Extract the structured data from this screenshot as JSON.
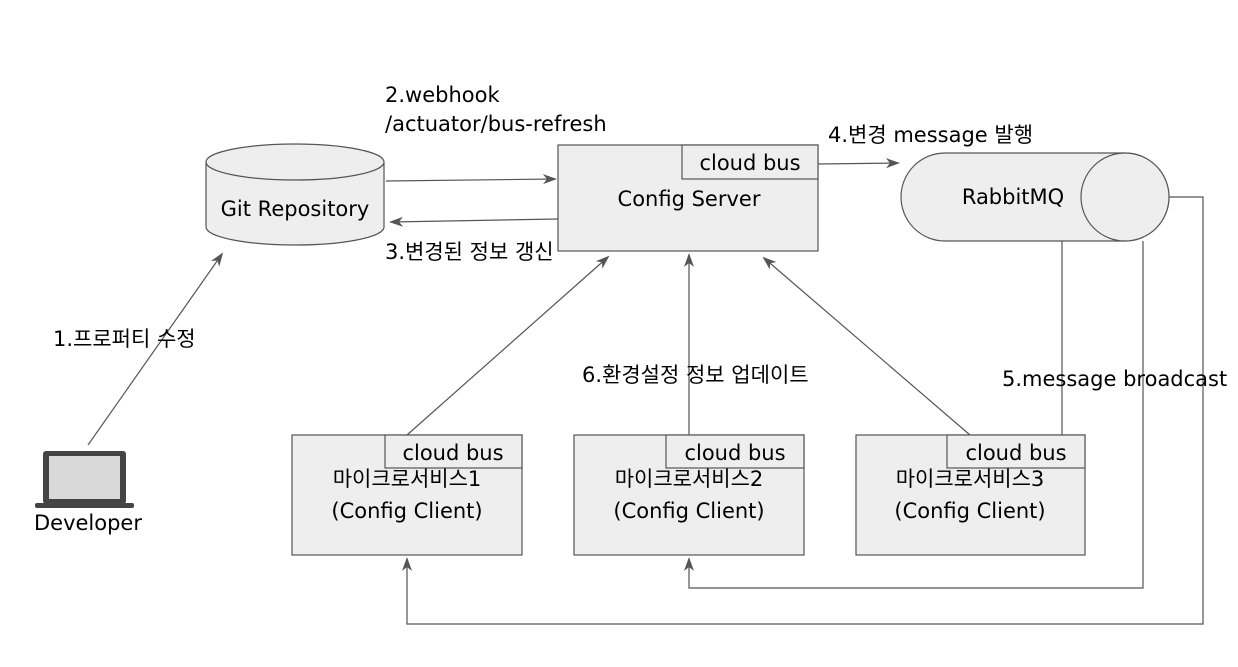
{
  "git_repository": {
    "label": "Git Repository"
  },
  "config_server": {
    "label": "Config Server",
    "badge": "cloud bus"
  },
  "rabbitmq": {
    "label": "RabbitMQ"
  },
  "developer": {
    "label": "Developer"
  },
  "clients": [
    {
      "line1": "마이크로서비스1",
      "line2": "(Config Client)",
      "badge": "cloud bus"
    },
    {
      "line1": "마이크로서비스2",
      "line2": "(Config Client)",
      "badge": "cloud bus"
    },
    {
      "line1": "마이크로서비스3",
      "line2": "(Config Client)",
      "badge": "cloud bus"
    }
  ],
  "steps": {
    "step1": "1.프로퍼티  수정",
    "step2_line1": "2.webhook",
    "step2_line2": "/actuator/bus-refresh",
    "step3": "3.변경된 정보 갱신",
    "step4": "4.변경 message 발행",
    "step5": "5.message broadcast",
    "step6": "6.환경설정 정보 업데이트"
  },
  "colors": {
    "box_fill": "#eeeeee",
    "stroke": "#555555"
  }
}
